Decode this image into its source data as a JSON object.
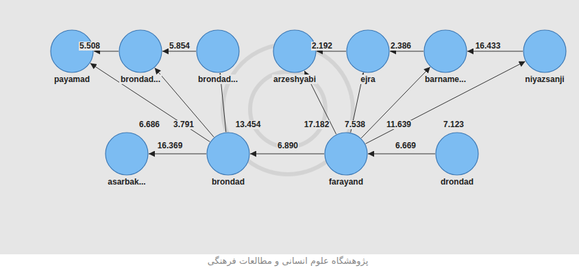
{
  "diagram": {
    "nodes": [
      {
        "text": [
          "payamad"
        ]
      },
      {
        "text": [
          "brondad..."
        ]
      },
      {
        "text": [
          "brondad..."
        ]
      },
      {
        "text": [
          "arzeshyabi"
        ]
      },
      {
        "text": [
          "ejra"
        ]
      },
      {
        "text": [
          "barname..."
        ]
      },
      {
        "text": [
          "niyazsanji"
        ]
      },
      {
        "text": [
          "asarbak..."
        ]
      },
      {
        "text": [
          "brondad"
        ]
      },
      {
        "text": [
          "farayand"
        ]
      },
      {
        "text": [
          "drondad"
        ]
      }
    ],
    "edges": [
      {
        "from": 1,
        "to": 0,
        "arrow": "to",
        "label": "5.508"
      },
      {
        "from": 2,
        "to": 1,
        "arrow": "to",
        "label": "5.854"
      },
      {
        "from": 4,
        "to": 3,
        "arrow": "to",
        "label": "2.192"
      },
      {
        "from": 5,
        "to": 4,
        "arrow": "to",
        "label": "2.386"
      },
      {
        "from": 6,
        "to": 5,
        "arrow": "to",
        "label": "16.433"
      },
      {
        "from": 8,
        "to": 0,
        "arrow": "to",
        "label": "6.686"
      },
      {
        "from": 8,
        "to": 1,
        "arrow": "to",
        "label": "3.791"
      },
      {
        "from": 8,
        "to": 2,
        "arrow": "to",
        "label": "13.454"
      },
      {
        "from": 8,
        "to": 7,
        "arrow": "to",
        "label": "16.369"
      },
      {
        "from": 9,
        "to": 8,
        "arrow": "to",
        "label": "6.890"
      },
      {
        "from": 9,
        "to": 3,
        "arrow": "to",
        "label": "17.182"
      },
      {
        "from": 9,
        "to": 4,
        "arrow": "to",
        "label": "7.538"
      },
      {
        "from": 9,
        "to": 5,
        "arrow": "to",
        "label": "11.639"
      },
      {
        "from": 9,
        "to": 6,
        "arrow": "to",
        "label": "7.123"
      },
      {
        "from": 10,
        "to": 9,
        "arrow": "to",
        "label": "6.669"
      }
    ],
    "labels": [
      "پژوهشگاه علوم انسانی و مطالعات فرهنگی"
    ]
  }
}
